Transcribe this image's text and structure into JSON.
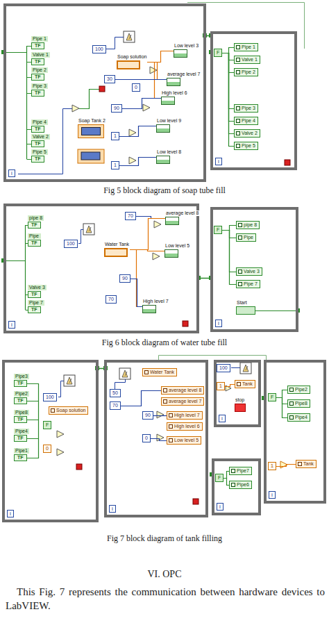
{
  "diagram": {
    "nodes": [
      {
        "text": [
          "i"
        ]
      },
      {
        "text": [
          "Pipe 1",
          "TF"
        ],
        "in": 0
      },
      {
        "text": [
          "Valve 1",
          "TF"
        ],
        "in": 0
      },
      {
        "text": [
          "Pipe 2",
          "TF"
        ],
        "in": 0
      },
      {
        "text": [
          "Pipe 3",
          "TF"
        ],
        "in": 0
      },
      {
        "text": [
          "Pipe 4",
          "TF"
        ],
        "in": 0
      },
      {
        "text": [
          "Valve 2",
          "TF"
        ],
        "in": 0
      },
      {
        "text": [
          "Pipe 5",
          "TF"
        ],
        "in": 0
      },
      {
        "text": [
          "100"
        ],
        "in": 0
      },
      {
        "text": [
          "Soap solution"
        ],
        "in": 0
      },
      {
        "text": [
          "Low level 3"
        ],
        "in": 0
      },
      {
        "text": [
          "30"
        ],
        "in": 0
      },
      {
        "text": [
          "0"
        ],
        "in": 0
      },
      {
        "text": [
          "average level 7"
        ],
        "in": 0
      },
      {
        "text": [
          "90"
        ],
        "in": 0
      },
      {
        "text": [
          "High level 6"
        ],
        "in": 0
      },
      {
        "text": [
          "Soap Tank 2"
        ],
        "in": 0
      },
      {
        "text": [
          "1"
        ],
        "in": 0
      },
      {
        "text": [
          "Low level 9"
        ],
        "in": 0
      },
      {
        "text": [
          "1"
        ],
        "in": 0
      },
      {
        "text": [
          "Low level 8"
        ],
        "in": 0
      },
      {
        "text": [
          "i"
        ]
      },
      {
        "text": [
          "F"
        ],
        "in": 21
      },
      {
        "text": [
          "Pipe 1"
        ],
        "in": 21
      },
      {
        "text": [
          "Valve 1"
        ],
        "in": 21
      },
      {
        "text": [
          "Pipe 2"
        ],
        "in": 21
      },
      {
        "text": [
          "Pipe 3"
        ],
        "in": 21
      },
      {
        "text": [
          "Pipe 4"
        ],
        "in": 21
      },
      {
        "text": [
          "Valve 2"
        ],
        "in": 21
      },
      {
        "text": [
          "Pipe 5"
        ],
        "in": 21
      },
      {
        "text": [
          "i"
        ]
      },
      {
        "text": [
          "pipe 8",
          "TF"
        ],
        "in": 30
      },
      {
        "text": [
          "Pipe",
          "TF"
        ],
        "in": 30
      },
      {
        "text": [
          "Valve 3",
          "TF"
        ],
        "in": 30
      },
      {
        "text": [
          "Pipe 7",
          "TF"
        ],
        "in": 30
      },
      {
        "text": [
          "100"
        ],
        "in": 30
      },
      {
        "text": [
          "70"
        ],
        "in": 30
      },
      {
        "text": [
          "average level 8"
        ],
        "in": 30
      },
      {
        "text": [
          "Water Tank"
        ],
        "in": 30
      },
      {
        "text": [
          "Low level 5"
        ],
        "in": 30
      },
      {
        "text": [
          "90"
        ],
        "in": 30
      },
      {
        "text": [
          "70"
        ],
        "in": 30
      },
      {
        "text": [
          "High level 7"
        ],
        "in": 30
      },
      {
        "text": [
          "i"
        ]
      },
      {
        "text": [
          "F"
        ],
        "in": 43
      },
      {
        "text": [
          "pipe 8"
        ],
        "in": 43
      },
      {
        "text": [
          "Pipe"
        ],
        "in": 43
      },
      {
        "text": [
          "Valve 3"
        ],
        "in": 43
      },
      {
        "text": [
          "Pipe 7"
        ],
        "in": 43
      },
      {
        "text": [
          "Start"
        ],
        "in": 43
      },
      {
        "text": [
          "i"
        ]
      },
      {
        "text": [
          "Pipe3",
          "TF"
        ],
        "in": 50
      },
      {
        "text": [
          "Pipe2",
          "TF"
        ],
        "in": 50
      },
      {
        "text": [
          "Pipe8",
          "TF"
        ],
        "in": 50
      },
      {
        "text": [
          "Pipe4",
          "TF"
        ],
        "in": 50
      },
      {
        "text": [
          "Pipe1",
          "TF"
        ],
        "in": 50
      },
      {
        "text": [
          "100"
        ],
        "in": 50
      },
      {
        "text": [
          "Soap solution"
        ],
        "in": 50
      },
      {
        "text": [
          "F"
        ],
        "in": 50
      },
      {
        "text": [
          "0"
        ],
        "in": 50
      },
      {
        "text": [
          "i"
        ]
      },
      {
        "text": [
          "50"
        ],
        "in": 60
      },
      {
        "text": [
          "70"
        ],
        "in": 60
      },
      {
        "text": [
          "Water Tank"
        ],
        "in": 60
      },
      {
        "text": [
          "average level 8"
        ],
        "in": 60
      },
      {
        "text": [
          "average level 7"
        ],
        "in": 60
      },
      {
        "text": [
          "90"
        ],
        "in": 60
      },
      {
        "text": [
          "High level 7"
        ],
        "in": 60
      },
      {
        "text": [
          "High level 6"
        ],
        "in": 60
      },
      {
        "text": [
          "0"
        ],
        "in": 60
      },
      {
        "text": [
          "Low level 5"
        ],
        "in": 60
      },
      {
        "text": [
          "i"
        ]
      },
      {
        "text": [
          "100"
        ],
        "in": 71
      },
      {
        "text": [
          "1"
        ],
        "in": 71
      },
      {
        "text": [
          "Tank"
        ],
        "in": 71
      },
      {
        "text": [
          "stop"
        ],
        "in": 71
      },
      {
        "text": [
          "i"
        ]
      },
      {
        "text": [
          "F"
        ],
        "in": 76
      },
      {
        "text": [
          "Pipe7"
        ],
        "in": 76
      },
      {
        "text": [
          "Pipe6"
        ],
        "in": 76
      },
      {
        "text": [
          "i"
        ]
      },
      {
        "text": [
          "F"
        ],
        "in": 80
      },
      {
        "text": [
          "Pipe2"
        ],
        "in": 80
      },
      {
        "text": [
          "Pipe8"
        ],
        "in": 80
      },
      {
        "text": [
          "Pipe4"
        ],
        "in": 80
      },
      {
        "text": [
          "1"
        ],
        "in": 80
      },
      {
        "text": [
          "Tank"
        ],
        "in": 80
      }
    ],
    "edges": [
      {
        "from": 9,
        "to": 10,
        "arrow": "none"
      },
      {
        "from": 9,
        "to": 13,
        "arrow": "none"
      },
      {
        "from": 9,
        "to": 15,
        "arrow": "none"
      },
      {
        "from": 11,
        "to": 13,
        "arrow": "none"
      },
      {
        "from": 14,
        "to": 15,
        "arrow": "none"
      },
      {
        "from": 17,
        "to": 18,
        "arrow": "none"
      },
      {
        "from": 19,
        "to": 20,
        "arrow": "none"
      },
      {
        "from": 22,
        "to": 23,
        "arrow": "none"
      },
      {
        "from": 22,
        "to": 24,
        "arrow": "none"
      },
      {
        "from": 22,
        "to": 25,
        "arrow": "none"
      },
      {
        "from": 22,
        "to": 26,
        "arrow": "none"
      },
      {
        "from": 22,
        "to": 27,
        "arrow": "none"
      },
      {
        "from": 22,
        "to": 28,
        "arrow": "none"
      },
      {
        "from": 22,
        "to": 29,
        "arrow": "none"
      },
      {
        "from": 36,
        "to": 37,
        "arrow": "none"
      },
      {
        "from": 38,
        "to": 37,
        "arrow": "none"
      },
      {
        "from": 38,
        "to": 39,
        "arrow": "none"
      },
      {
        "from": 38,
        "to": 42,
        "arrow": "none"
      },
      {
        "from": 40,
        "to": 42,
        "arrow": "none"
      },
      {
        "from": 44,
        "to": 45,
        "arrow": "none"
      },
      {
        "from": 44,
        "to": 46,
        "arrow": "none"
      },
      {
        "from": 44,
        "to": 47,
        "arrow": "none"
      },
      {
        "from": 44,
        "to": 48,
        "arrow": "none"
      },
      {
        "from": 62,
        "to": 64,
        "arrow": "none"
      },
      {
        "from": 66,
        "to": 67,
        "arrow": "none"
      },
      {
        "from": 69,
        "to": 70,
        "arrow": "none"
      },
      {
        "from": 73,
        "to": 74,
        "arrow": "none"
      },
      {
        "from": 77,
        "to": 78,
        "arrow": "none"
      },
      {
        "from": 77,
        "to": 79,
        "arrow": "none"
      },
      {
        "from": 81,
        "to": 82,
        "arrow": "none"
      },
      {
        "from": 81,
        "to": 83,
        "arrow": "none"
      },
      {
        "from": 81,
        "to": 84,
        "arrow": "none"
      },
      {
        "from": 85,
        "to": 86,
        "arrow": "none"
      }
    ],
    "labels": [
      "Fig 5 block diagram of soap tube fill",
      "Fig 6 block diagram of water tube fill",
      "Fig 7 block diagram of tank filling",
      "VI. OPC",
      "This Fig. 7 represents the communication between hardware devices to LabVIEW."
    ]
  }
}
